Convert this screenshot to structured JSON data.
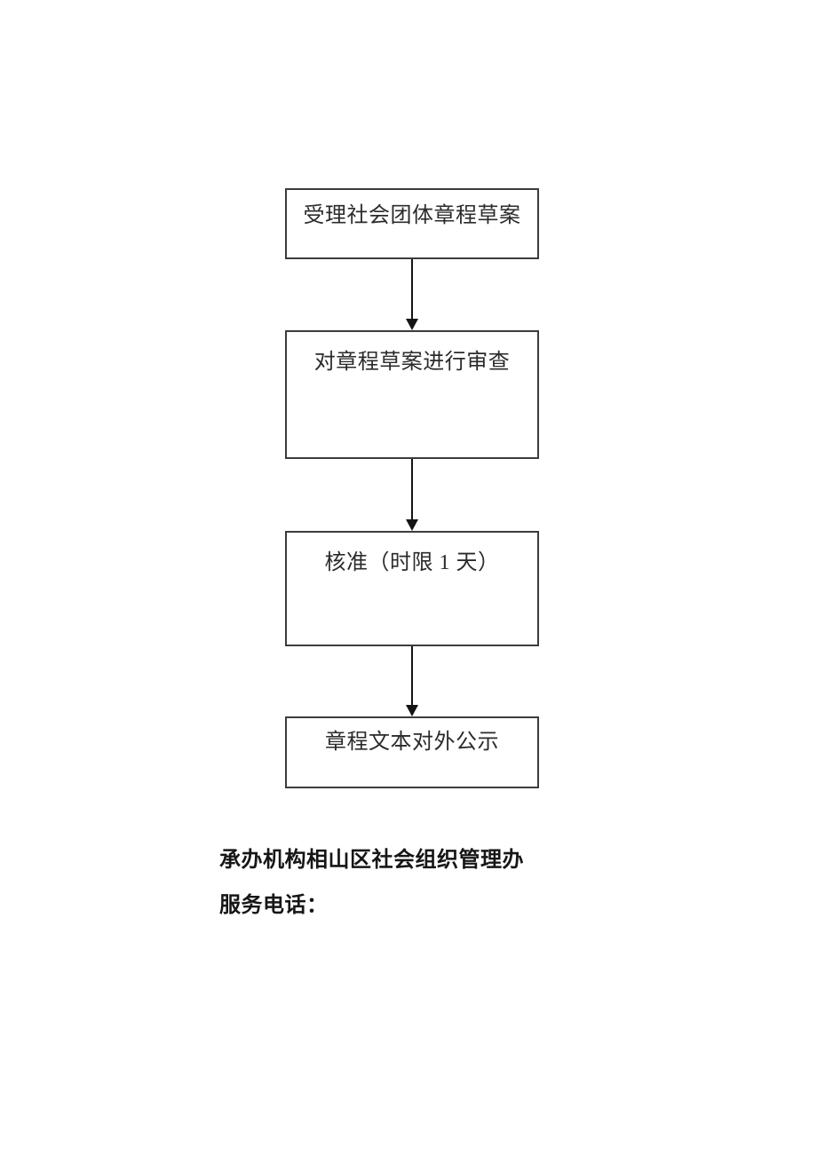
{
  "colors": {
    "page-bg": "#ffffff",
    "box-border": "#3c3c3c",
    "ink": "#2b2b2b",
    "arrow": "#141414",
    "footer-ink": "#161616"
  },
  "flowchart": {
    "steps": [
      "受理社会团体章程草案",
      "对章程草案进行审查",
      "核准（时限 1 天）",
      "章程文本对外公示"
    ]
  },
  "footer": {
    "agency_line": "承办机构相山区社会组织管理办",
    "phone_line": "服务电话："
  }
}
